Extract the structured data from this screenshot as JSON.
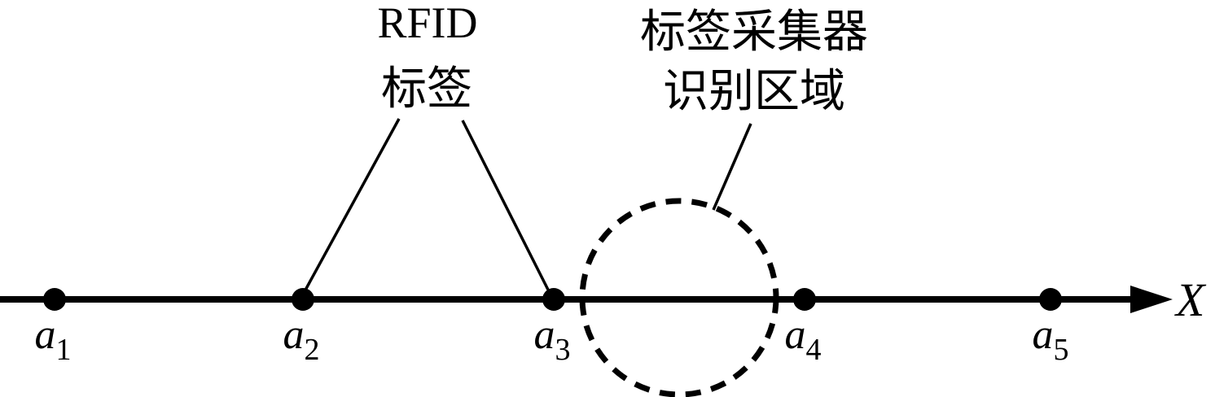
{
  "colors": {
    "ink": "#000000",
    "background": "#ffffff"
  },
  "axis": {
    "label": "X"
  },
  "annotations": {
    "rfid_tag": {
      "line1": "RFID",
      "line2": "标签"
    },
    "reader_zone": {
      "line1": "标签采集器",
      "line2": "识别区域"
    }
  },
  "points": [
    {
      "base": "a",
      "sub": "1"
    },
    {
      "base": "a",
      "sub": "2"
    },
    {
      "base": "a",
      "sub": "3"
    },
    {
      "base": "a",
      "sub": "4"
    },
    {
      "base": "a",
      "sub": "5"
    }
  ]
}
